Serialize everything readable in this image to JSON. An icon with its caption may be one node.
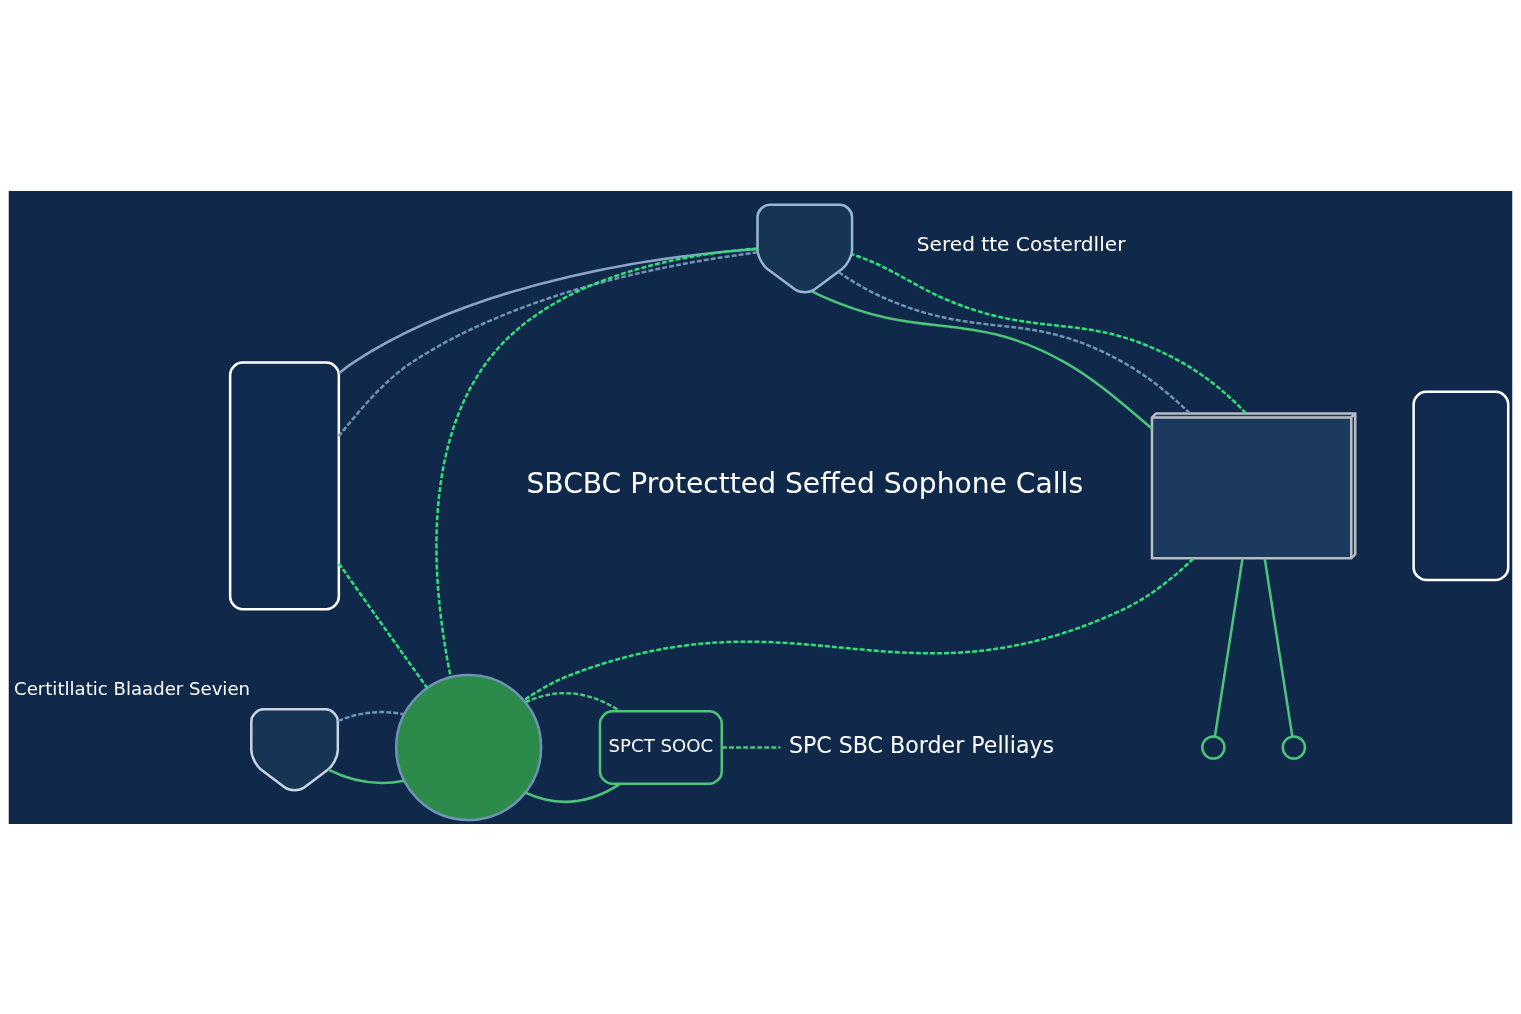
{
  "diagram": {
    "nodes": [
      {
        "text": [],
        "shape": "shield"
      },
      {
        "text": [],
        "shape": "laptop"
      },
      {
        "text": [],
        "shape": "phone"
      },
      {
        "text": [],
        "shape": "phone"
      },
      {
        "text": [],
        "shape": "circle"
      },
      {
        "text": [],
        "shape": "shield",
        "beside": [
          "Certitllatic Blaader Sevien"
        ]
      },
      {
        "text": [
          "SPCT SOOC"
        ]
      },
      {
        "text": [
          "SPC SBC Border Pelliays"
        ]
      },
      {
        "text": [],
        "shape": "circle"
      },
      {
        "text": [],
        "shape": "circle"
      }
    ],
    "edges": [
      {
        "from": 1,
        "to": 0,
        "arrow": "none",
        "color": "#4cc47a"
      },
      {
        "from": 0,
        "to": 2,
        "arrow": "none",
        "color": "#8aa4c4"
      },
      {
        "from": 1,
        "to": 0,
        "arrow": "none",
        "style": "dashed",
        "color": "#6f93b5"
      },
      {
        "from": 0,
        "to": 2,
        "arrow": "none",
        "style": "dashed",
        "color": "#6f93b5"
      },
      {
        "from": 1,
        "to": 8,
        "arrow": "none",
        "color": "#4cc47a"
      },
      {
        "from": 1,
        "to": 9,
        "arrow": "none",
        "color": "#4cc47a"
      },
      {
        "from": 1,
        "to": 0,
        "arrow": "none",
        "style": "dashed"
      },
      {
        "from": 0,
        "to": 4,
        "arrow": "none",
        "style": "dashed"
      },
      {
        "from": 1,
        "to": 4,
        "arrow": "none",
        "style": "dashed"
      },
      {
        "from": 2,
        "to": 4,
        "arrow": "none",
        "style": "dashed"
      },
      {
        "from": 5,
        "to": 4,
        "arrow": "none",
        "color": "#4cc47a"
      },
      {
        "from": 5,
        "to": 4,
        "arrow": "none",
        "style": "dashed",
        "color": "#6f93b5"
      },
      {
        "from": 4,
        "to": 6,
        "arrow": "none",
        "color": "#4cc47a"
      },
      {
        "from": 4,
        "to": 6,
        "arrow": "none",
        "style": "dashed",
        "color": "#4cc47a"
      },
      {
        "from": 6,
        "to": 7,
        "arrow": "none",
        "style": "dashed",
        "color": "#4cc47a"
      }
    ],
    "labels": [
      "Sered tte Costerdller",
      "SBCBC Protectted Seffed Sophone Calls"
    ]
  }
}
